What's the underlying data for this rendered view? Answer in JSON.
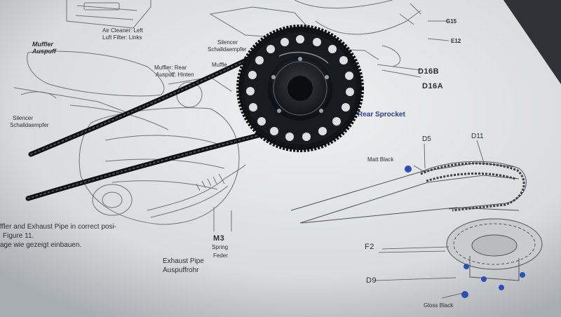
{
  "labels": {
    "air_cleaner_en": "Air Cleaner: Left",
    "air_cleaner_de": "Luft Filter: Links",
    "muffler_en": "Muffler",
    "muffler_de": "Auspuff",
    "silencer_top_en": "Silencer",
    "silencer_top_de": "Schalldaempfer",
    "silencer_left_en": "Silencer",
    "silencer_left_de": "Schalldaempfer",
    "muffler_rear_en": "Muffler: Rear",
    "muffler_rear_de": "Auspuff: Hinten",
    "muffler_partial": "Muffle",
    "g15": "G15",
    "e12": "E12",
    "d16b": "D16B",
    "d16a": "D16A",
    "rear_sprocket": "Rear Sprocket",
    "d5": "D5",
    "d11": "D11",
    "matt_black": "Matt Black",
    "f2": "F2",
    "d9": "D9",
    "gloss_black": "Gloss Black",
    "m3": "M3",
    "spring_en": "Spring",
    "spring_de": "Feder",
    "exhaust_en": "Exhaust Pipe",
    "exhaust_de": "Auspuffrohr",
    "instruction_line1": "ffler and Exhaust Pipe in correct posi-",
    "instruction_line2": "Figure 11.",
    "instruction_line3": "age wie gezeigt einbauen."
  },
  "colors": {
    "background": "#3a3f44",
    "paper": "#dfe1e2",
    "ink": "#2b2f33",
    "part_black": "#15181b",
    "paint_marker": "#2a4fb5",
    "title_blue": "#2d3d8a"
  }
}
